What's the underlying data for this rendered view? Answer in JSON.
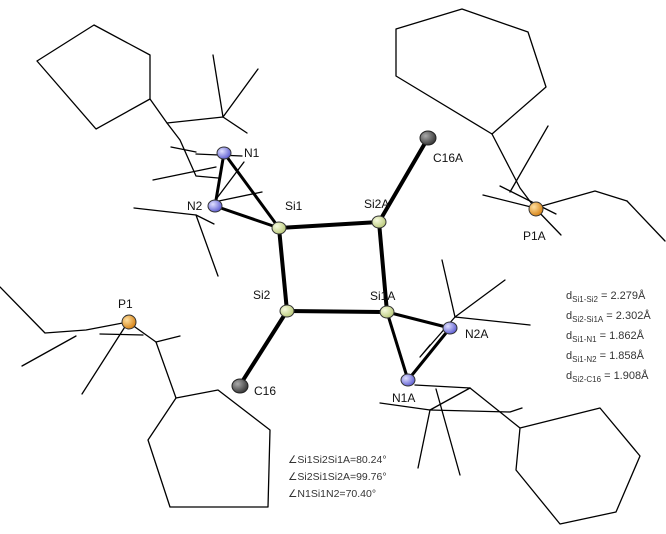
{
  "atoms": {
    "si1": "Si1",
    "si2": "Si2",
    "si1a": "Si1A",
    "si2a": "Si2A",
    "n1": "N1",
    "n2": "N2",
    "n1a": "N1A",
    "n2a": "N2A",
    "p1": "P1",
    "p1a": "P1A",
    "c16": "C16",
    "c16a": "C16A"
  },
  "distances": [
    {
      "sub": "Si1-Si2",
      "value": " = 2.279Å"
    },
    {
      "sub": "Si2-Si1A",
      "value": " = 2.302Å"
    },
    {
      "sub": "Si1-N1",
      "value": " = 1.862Å"
    },
    {
      "sub": "Si1-N2",
      "value": " = 1.858Å"
    },
    {
      "sub": "Si2-C16",
      "value": " = 1.908Å"
    }
  ],
  "distance_prefix": "d",
  "angles": [
    "∠Si1Si2Si1A=80.24°",
    "∠Si2Si1Si2A=99.76°",
    "∠N1Si1N2=70.40°"
  ],
  "colors": {
    "silicon": "#d9e3a6",
    "nitrogen": "#8f8ff0",
    "phosphorus": "#f0a030",
    "carbon": "#444444"
  }
}
